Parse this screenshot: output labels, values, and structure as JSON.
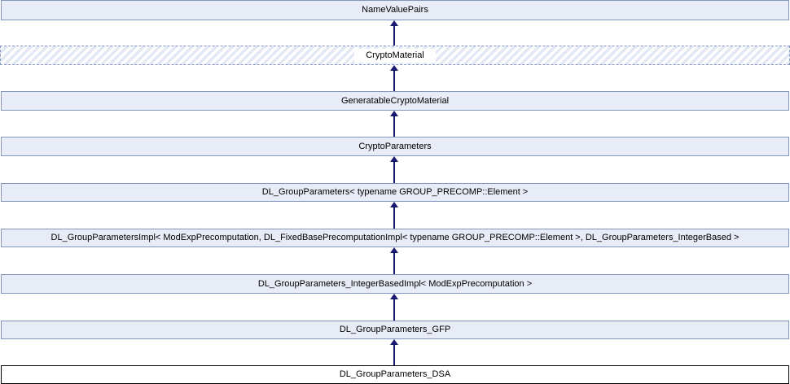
{
  "diagram": {
    "kind": "class-inheritance-graph",
    "colors": {
      "node_fill": "#e8ecf7",
      "node_border": "#8495bd",
      "arrow": "#191970",
      "hatch_stripe": "#e2e8f4",
      "current_node_border": "#000000",
      "current_node_fill": "#ffffff",
      "text": "#000000",
      "background": "#ffffff"
    },
    "nodes": [
      {
        "label": "NameValuePairs",
        "style": "normal"
      },
      {
        "label": "CryptoMaterial",
        "style": "hatched"
      },
      {
        "label": "GeneratableCryptoMaterial",
        "style": "normal"
      },
      {
        "label": "CryptoParameters",
        "style": "normal"
      },
      {
        "label": "DL_GroupParameters< typename GROUP_PRECOMP::Element >",
        "style": "normal"
      },
      {
        "label": "DL_GroupParametersImpl< ModExpPrecomputation, DL_FixedBasePrecomputationImpl< typename GROUP_PRECOMP::Element >, DL_GroupParameters_IntegerBased >",
        "style": "normal"
      },
      {
        "label": "DL_GroupParameters_IntegerBasedImpl< ModExpPrecomputation >",
        "style": "normal"
      },
      {
        "label": "DL_GroupParameters_GFP",
        "style": "normal"
      },
      {
        "label": "DL_GroupParameters_DSA",
        "style": "current"
      }
    ],
    "edges": "each lower class derives from the class above; arrows point from derived class up to base class"
  }
}
